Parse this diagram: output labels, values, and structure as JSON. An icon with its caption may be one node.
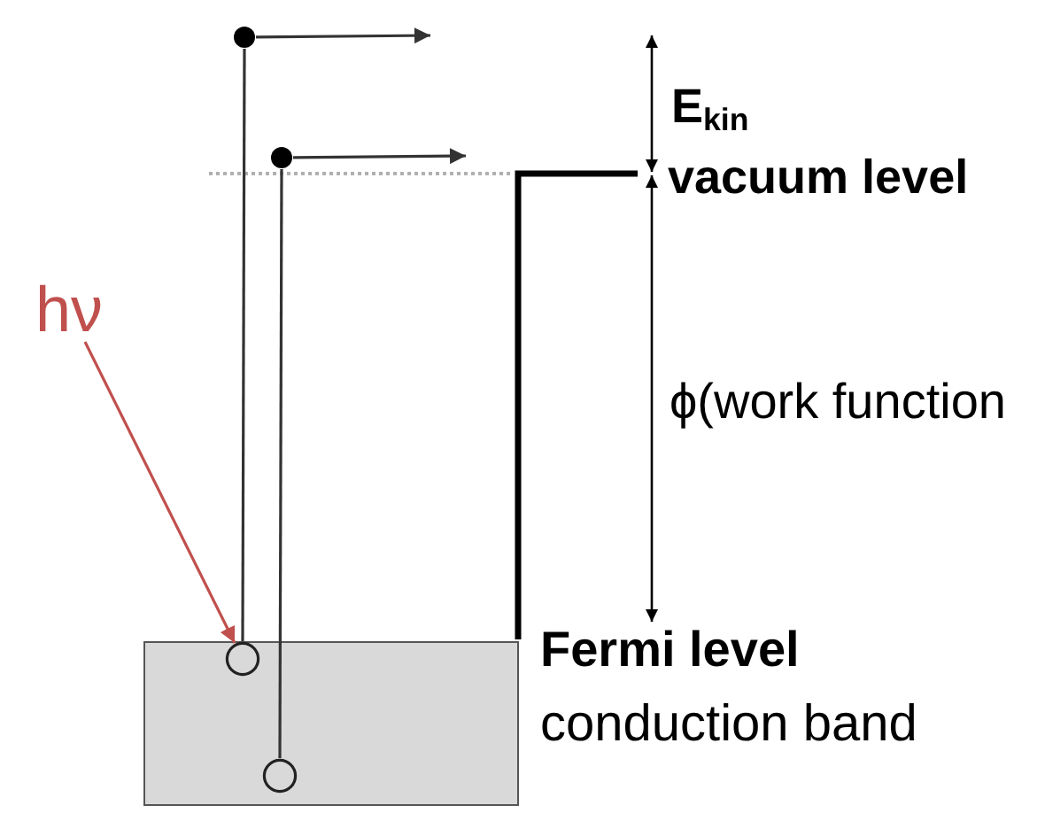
{
  "diagram": {
    "nodes": [
      {
        "text": [],
        "shape": "box",
        "beside": [
          "conduction band"
        ]
      },
      {
        "text": [],
        "shape": "circle",
        "in": 0
      },
      {
        "text": [],
        "shape": "circle",
        "in": 0
      },
      {
        "text": [],
        "shape": "circle"
      },
      {
        "text": [],
        "shape": "circle"
      },
      {
        "text": [
          "hν"
        ]
      }
    ],
    "edges": [
      {
        "from": 1,
        "to": 3,
        "arrow": "none"
      },
      {
        "from": 2,
        "to": 4,
        "arrow": "none"
      },
      {
        "from": 3,
        "to": null,
        "arrow": "to"
      },
      {
        "from": 4,
        "to": null,
        "arrow": "to"
      },
      {
        "from": 5,
        "to": 1,
        "arrow": "to",
        "color": "#c0504d"
      }
    ],
    "labels": [
      "E$_{kin}$",
      "vacuum level",
      "ϕ(work function",
      "Fermi level"
    ]
  }
}
